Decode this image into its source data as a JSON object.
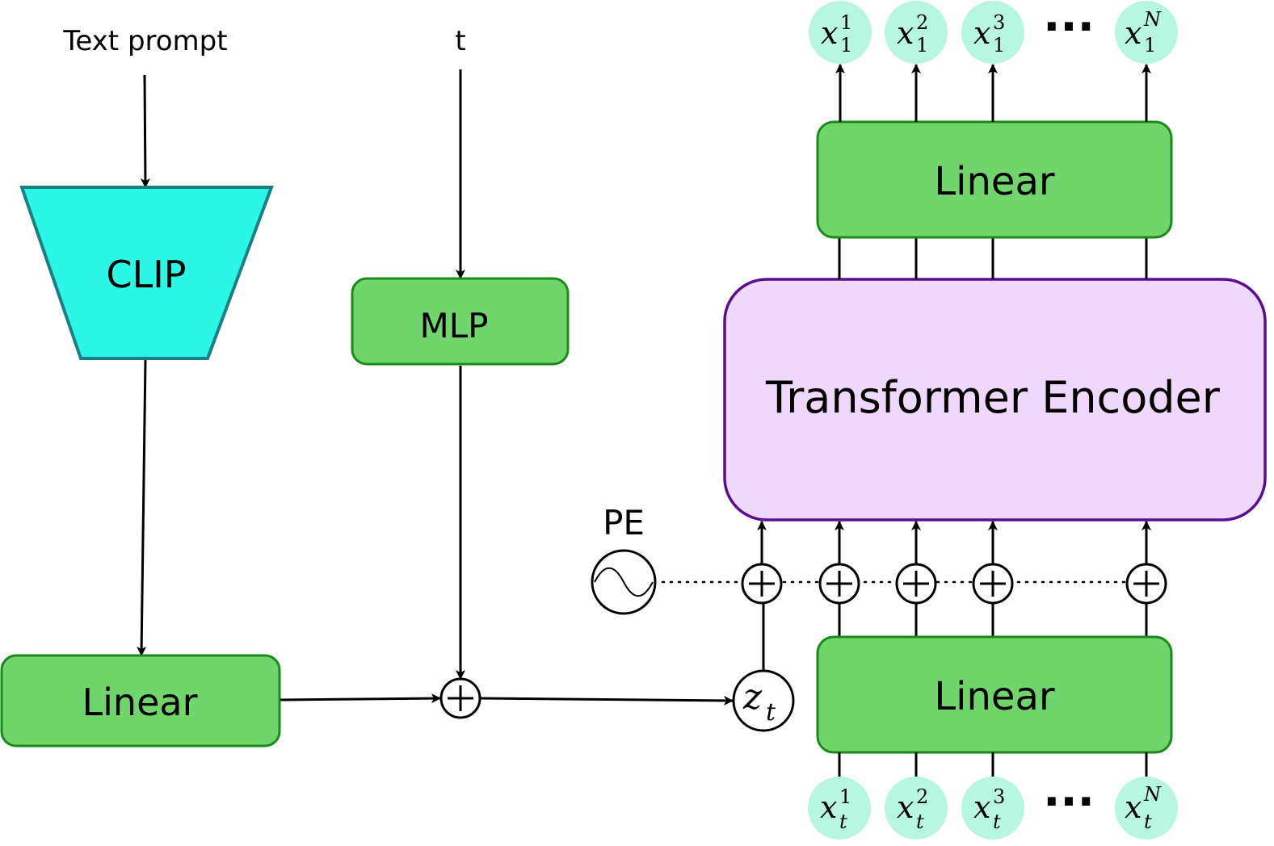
{
  "inputs": {
    "text_prompt": "Text prompt",
    "t": "t"
  },
  "blocks": {
    "clip": "CLIP",
    "mlp": "MLP",
    "linear_left": "Linear",
    "linear_top": "Linear",
    "linear_bottom": "Linear",
    "transformer": "Transformer Encoder",
    "pe": "PE"
  },
  "latent": {
    "base": "z",
    "sub": "t"
  },
  "ellipsis": "···",
  "outputs": [
    {
      "base": "x",
      "sup": "1",
      "sub": "1"
    },
    {
      "base": "x",
      "sup": "2",
      "sub": "1"
    },
    {
      "base": "x",
      "sup": "3",
      "sub": "1"
    },
    {
      "base": "x",
      "sup": "N",
      "sub": "1"
    }
  ],
  "noisy_inputs": [
    {
      "base": "x",
      "sup": "1",
      "sub": "t"
    },
    {
      "base": "x",
      "sup": "2",
      "sub": "t"
    },
    {
      "base": "x",
      "sup": "3",
      "sub": "t"
    },
    {
      "base": "x",
      "sup": "N",
      "sub": "t"
    }
  ],
  "colors": {
    "green_block": "#70d66b",
    "clip_block": "#2af7e6",
    "transformer_block": "#eed9fc",
    "token": "#b7f6e0"
  }
}
